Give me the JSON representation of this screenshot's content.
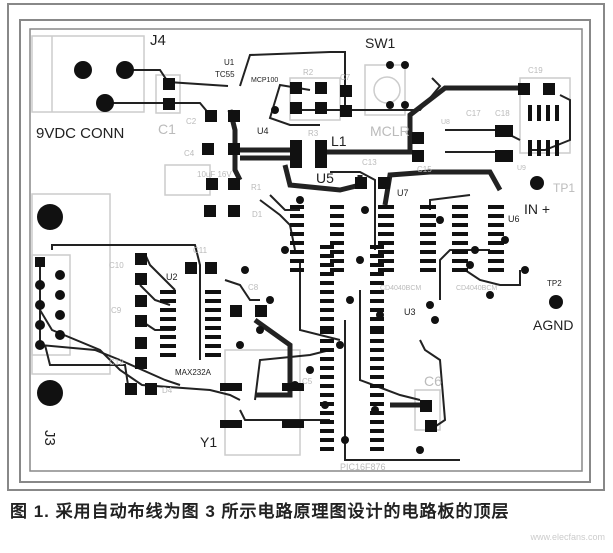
{
  "board": {
    "connectors": {
      "j4": "J4",
      "j4_desc": "9VDC CONN",
      "j3": "J3"
    },
    "switch": {
      "sw1": "SW1",
      "mclr": "MCLR"
    },
    "ics": {
      "u1": "U1",
      "u1_part": "TC55",
      "u4_part": "MCP100",
      "u4": "U4",
      "u5": "U5",
      "u2": "U2",
      "u2_part": "MAX232A",
      "u3": "U3",
      "u3_part": "PIC16F876",
      "u6": "U6",
      "u7": "U7",
      "u8": "U8",
      "u9": "U9",
      "u7_part": "CD4040BCM",
      "u6_part": "CD4040BCM"
    },
    "passives": {
      "c1": "C1",
      "c2": "C2",
      "c4": "C4",
      "c4_value": "10uF 16V",
      "c5": "C5",
      "c6": "C6",
      "c7": "C7",
      "c8": "C8",
      "c9": "C9",
      "c10": "C10",
      "c11": "C11",
      "c12": "C12",
      "c13": "C13",
      "c15": "C15",
      "c17": "C17",
      "c18": "C18",
      "c19": "C19",
      "r1": "R1",
      "r2": "R2",
      "r3": "R3",
      "l1": "L1",
      "d1": "D1",
      "d4": "D4",
      "y1": "Y1"
    },
    "testpoints": {
      "tp1": "TP1",
      "tp1_desc": "IN +",
      "tp2": "TP2",
      "tp2_desc": "AGND"
    }
  },
  "caption": {
    "text": "图 1. 采用自动布线为图 3 所示电路原理图设计的电路板的顶层"
  },
  "watermark": "www.elecfans.com"
}
